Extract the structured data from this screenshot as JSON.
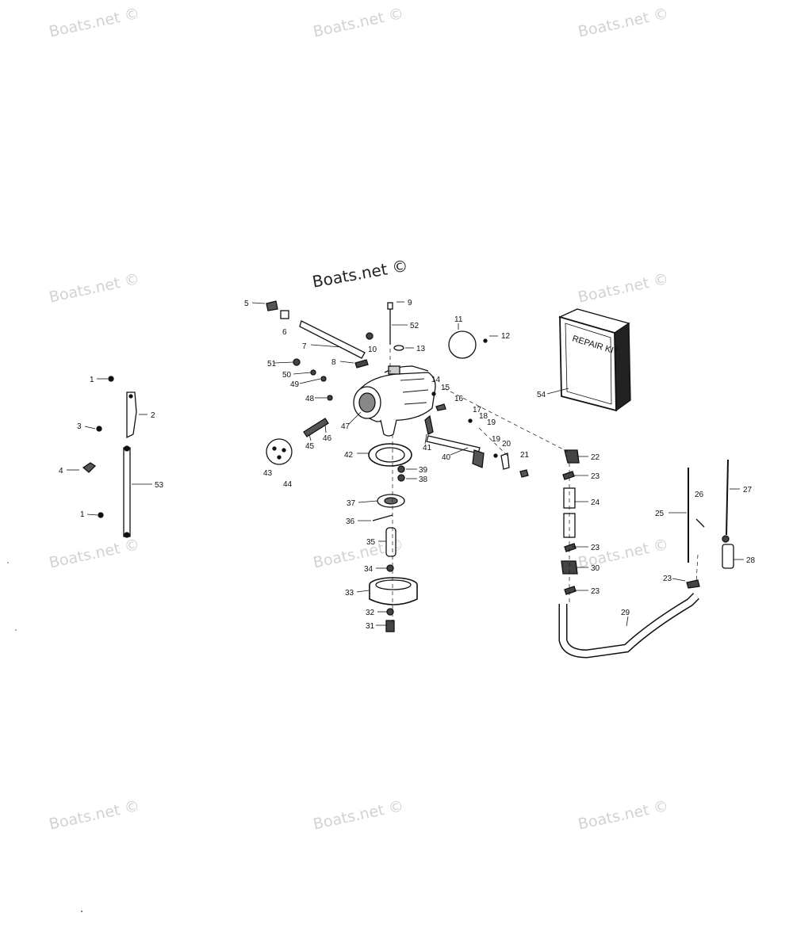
{
  "watermark_text": "Boats.net ©",
  "brand_text": "Boats.net ©",
  "repair_kit_text": "REPAIR KIT",
  "callouts": [
    "1",
    "2",
    "3",
    "4",
    "53",
    "1",
    "5",
    "6",
    "7",
    "8",
    "9",
    "52",
    "10",
    "13",
    "11",
    "12",
    "51",
    "50",
    "49",
    "48",
    "47",
    "46",
    "45",
    "44",
    "43",
    "42",
    "41",
    "40",
    "39",
    "38",
    "37",
    "36",
    "35",
    "34",
    "33",
    "32",
    "31",
    "14",
    "15",
    "16",
    "17",
    "18",
    "19",
    "19",
    "20",
    "21",
    "22",
    "23",
    "24",
    "23",
    "30",
    "23",
    "23",
    "29",
    "25",
    "26",
    "27",
    "28",
    "54"
  ]
}
